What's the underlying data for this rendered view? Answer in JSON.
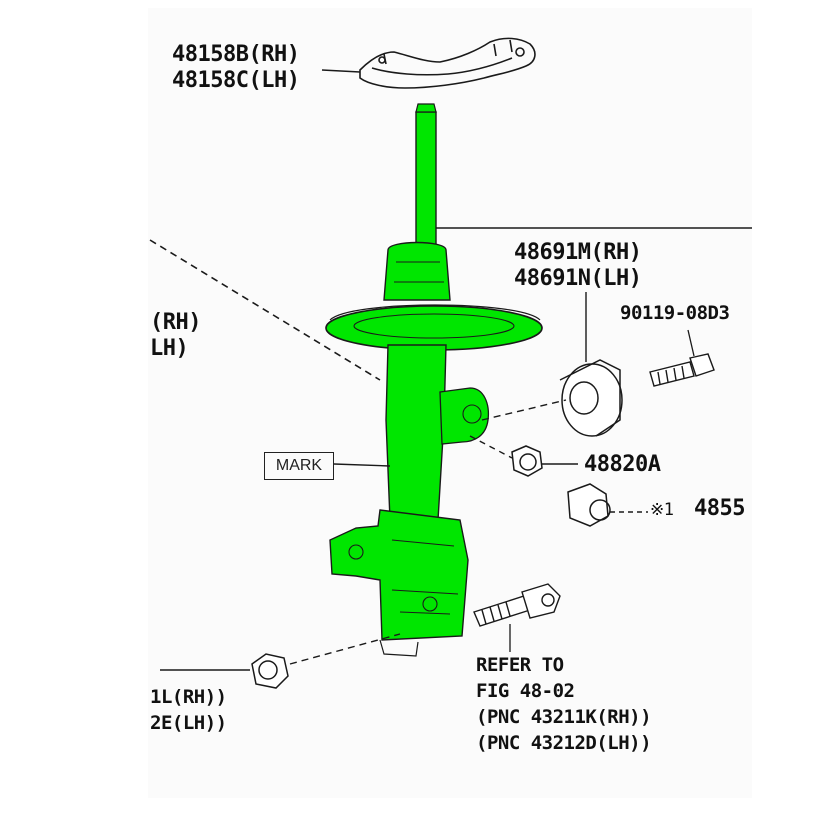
{
  "labels": {
    "mount_rh": "48158B(RH)",
    "mount_lh": "48158C(LH)",
    "bushing_rh": "48691M(RH)",
    "bushing_lh": "48691N(LH)",
    "bolt_top": "90119-08D3",
    "nut_48820": "48820A",
    "nut_4855": "4855",
    "nut_4855_prefix": "※1",
    "left_partial_rh": "(RH)",
    "left_partial_lh": "LH)",
    "mark": "MARK",
    "bottom_left_rh": "1L(RH))",
    "bottom_left_lh": "2E(LH))",
    "refer_line1": "REFER TO",
    "refer_line2": "FIG 48-02",
    "refer_line3": "(PNC 43211K(RH))",
    "refer_line4": "(PNC 43212D(LH))"
  },
  "colors": {
    "highlight": "#00e600",
    "line": "#1a1a1a",
    "paper": "#fbfbfb"
  }
}
